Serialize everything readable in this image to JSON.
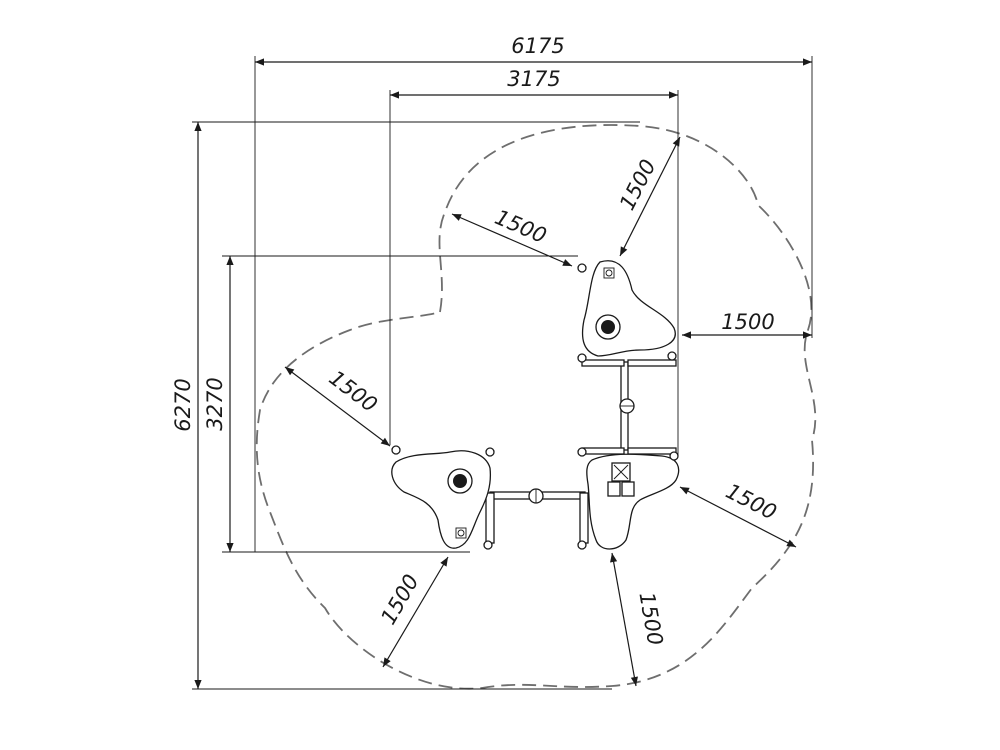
{
  "dimensions": {
    "overall_width": "6175",
    "inner_width": "3175",
    "overall_height": "6270",
    "inner_height": "3270",
    "safety_zone": [
      "1500",
      "1500",
      "1500",
      "1500",
      "1500",
      "1500",
      "1500"
    ]
  },
  "colors": {
    "line": "#1a1a1a",
    "safety_zone": "#6e6e6e",
    "background": "#ffffff"
  }
}
